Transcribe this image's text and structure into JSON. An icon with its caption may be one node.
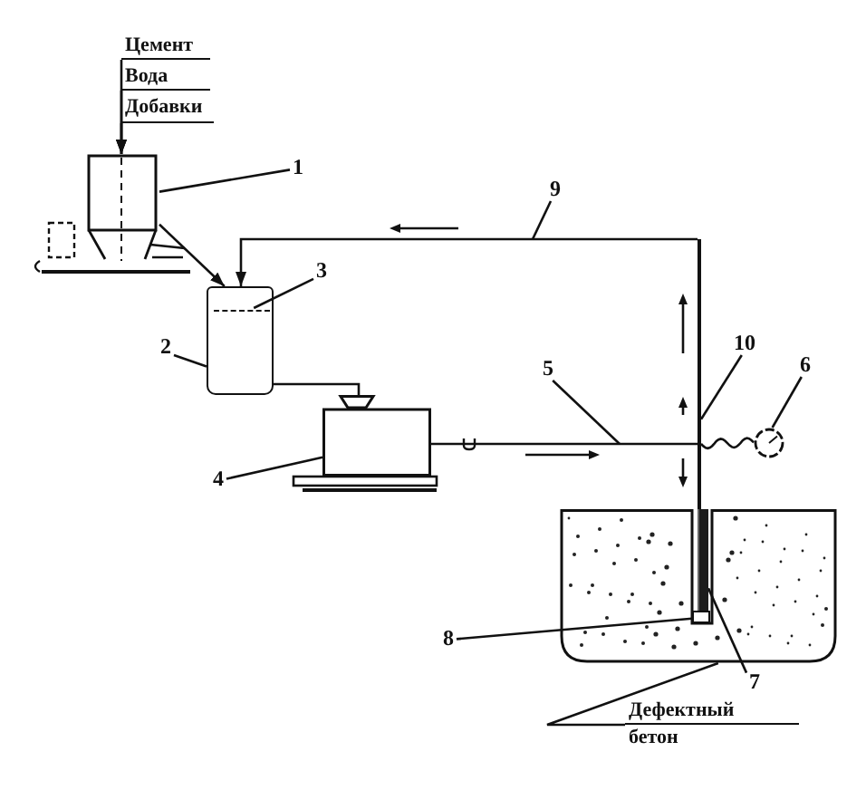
{
  "diagram": {
    "nodes": [
      {
        "text": [
          "Цемент"
        ]
      },
      {
        "text": [
          "Вода"
        ]
      },
      {
        "text": [
          "Добавки"
        ]
      },
      {
        "text": [],
        "shape": "picture"
      },
      {
        "text": [
          "1"
        ]
      },
      {
        "text": [
          "9"
        ]
      },
      {
        "text": [
          "3"
        ]
      },
      {
        "text": [],
        "shape": "box"
      },
      {
        "text": [],
        "shape": "line",
        "in": 7
      },
      {
        "text": [
          "2"
        ]
      },
      {
        "text": [
          "10"
        ]
      },
      {
        "text": [
          "5"
        ]
      },
      {
        "text": [
          "6"
        ]
      },
      {
        "text": [],
        "shape": "line"
      },
      {
        "text": [],
        "shape": "circle"
      },
      {
        "text": [],
        "shape": "box"
      },
      {
        "text": [
          "4"
        ]
      },
      {
        "text": [],
        "shape": "box"
      },
      {
        "text": [],
        "shape": "bar",
        "in": 17
      },
      {
        "text": [],
        "shape": "box",
        "in": 17
      },
      {
        "text": [
          "8"
        ]
      },
      {
        "text": [
          "7"
        ]
      },
      {
        "text": [
          "Дефектный бетон"
        ]
      }
    ],
    "edges": [
      {
        "from": 0,
        "to": 3,
        "arrow": "to"
      },
      {
        "from": 1,
        "to": 3,
        "arrow": "to"
      },
      {
        "from": 2,
        "to": 3,
        "arrow": "to"
      },
      {
        "from": 4,
        "to": 3,
        "arrow": "none"
      },
      {
        "from": 3,
        "to": 7,
        "arrow": "to"
      },
      {
        "from": 13,
        "to": 7,
        "arrow": "to"
      },
      {
        "from": 5,
        "to": null,
        "arrow": "none"
      },
      {
        "from": 6,
        "to": 8,
        "arrow": "none"
      },
      {
        "from": 9,
        "to": 7,
        "arrow": "none"
      },
      {
        "from": 7,
        "to": 15,
        "arrow": "none"
      },
      {
        "from": 16,
        "to": 15,
        "arrow": "none"
      },
      {
        "from": 15,
        "to": 13,
        "arrow": "none"
      },
      {
        "from": 11,
        "to": null,
        "arrow": "none"
      },
      {
        "from": 10,
        "to": 13,
        "arrow": "none"
      },
      {
        "from": 14,
        "to": 13,
        "arrow": "none"
      },
      {
        "from": 12,
        "to": 14,
        "arrow": "none"
      },
      {
        "from": 20,
        "to": 19,
        "arrow": "none"
      },
      {
        "from": 21,
        "to": 18,
        "arrow": "none"
      },
      {
        "from": 22,
        "to": 17,
        "arrow": "none"
      }
    ]
  }
}
